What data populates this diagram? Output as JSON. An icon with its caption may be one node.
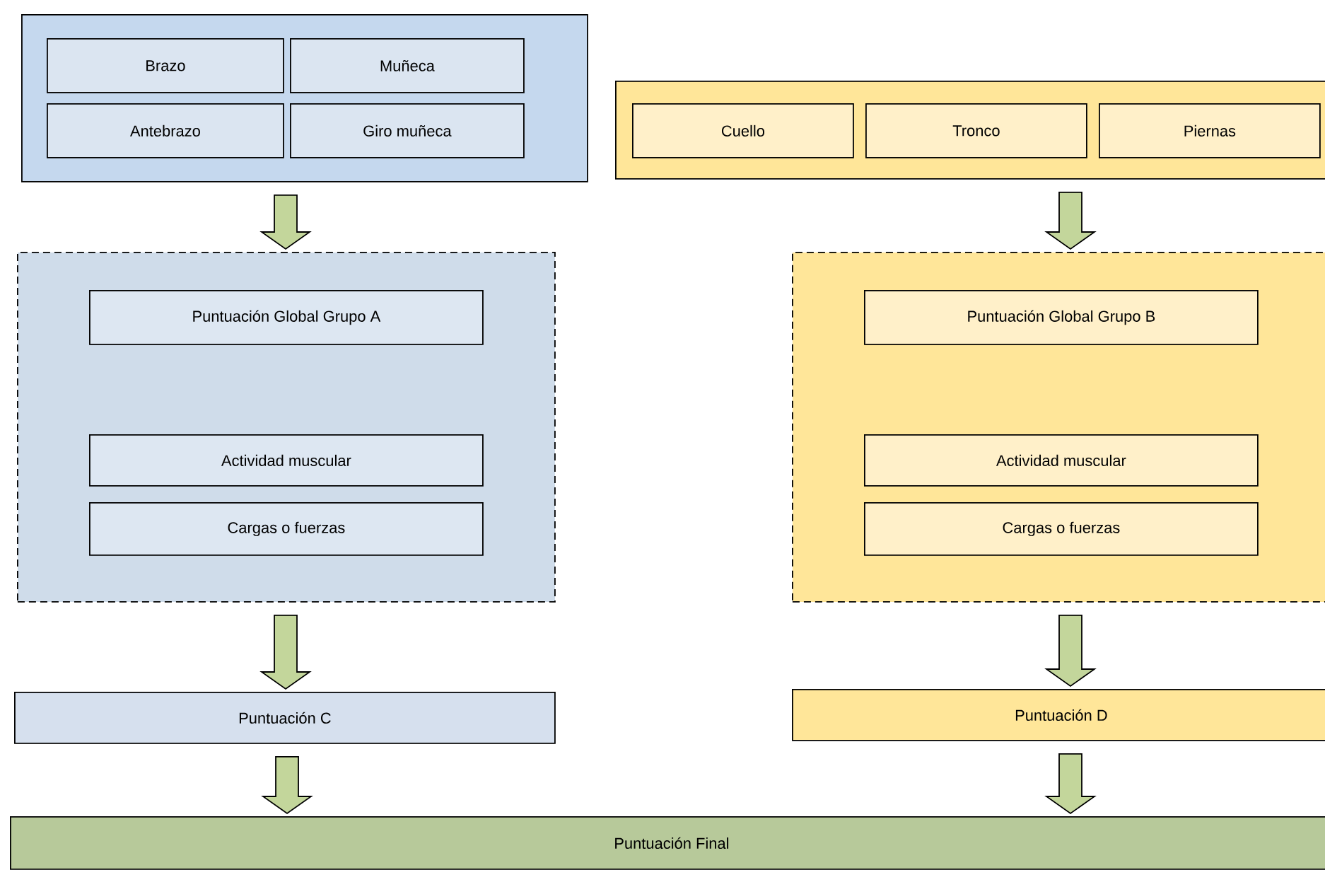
{
  "diagram": {
    "nodes": [
      {
        "text": [],
        "shape": "box"
      },
      {
        "text": [
          "Brazo"
        ],
        "in": 0
      },
      {
        "text": [
          "Muñeca"
        ],
        "in": 0
      },
      {
        "text": [
          "Antebrazo"
        ],
        "in": 0
      },
      {
        "text": [
          "Giro muñeca"
        ],
        "in": 0
      },
      {
        "text": [],
        "shape": "box"
      },
      {
        "text": [
          "Cuello"
        ],
        "in": 5
      },
      {
        "text": [
          "Tronco"
        ],
        "in": 5
      },
      {
        "text": [
          "Piernas"
        ],
        "in": 5
      },
      {
        "text": [],
        "shape": "box"
      },
      {
        "text": [
          "Puntuación Global Grupo A"
        ],
        "in": 9
      },
      {
        "text": [
          "Actividad muscular"
        ],
        "in": 9
      },
      {
        "text": [
          "Cargas o fuerzas"
        ],
        "in": 9
      },
      {
        "text": [],
        "shape": "box"
      },
      {
        "text": [
          "Puntuación Global Grupo B"
        ],
        "in": 13
      },
      {
        "text": [
          "Actividad muscular"
        ],
        "in": 13
      },
      {
        "text": [
          "Cargas o fuerzas"
        ],
        "in": 13
      },
      {
        "text": [
          "Puntuación C"
        ]
      },
      {
        "text": [
          "Puntuación D"
        ]
      },
      {
        "text": [
          "Puntuación Final"
        ]
      }
    ],
    "edges": [
      {
        "from": 0,
        "to": 9,
        "arrow": "to"
      },
      {
        "from": 5,
        "to": 13,
        "arrow": "to"
      },
      {
        "from": 9,
        "to": 17,
        "arrow": "to"
      },
      {
        "from": 13,
        "to": 18,
        "arrow": "to"
      },
      {
        "from": 17,
        "to": 19,
        "arrow": "to"
      },
      {
        "from": 18,
        "to": 19,
        "arrow": "to"
      }
    ]
  }
}
